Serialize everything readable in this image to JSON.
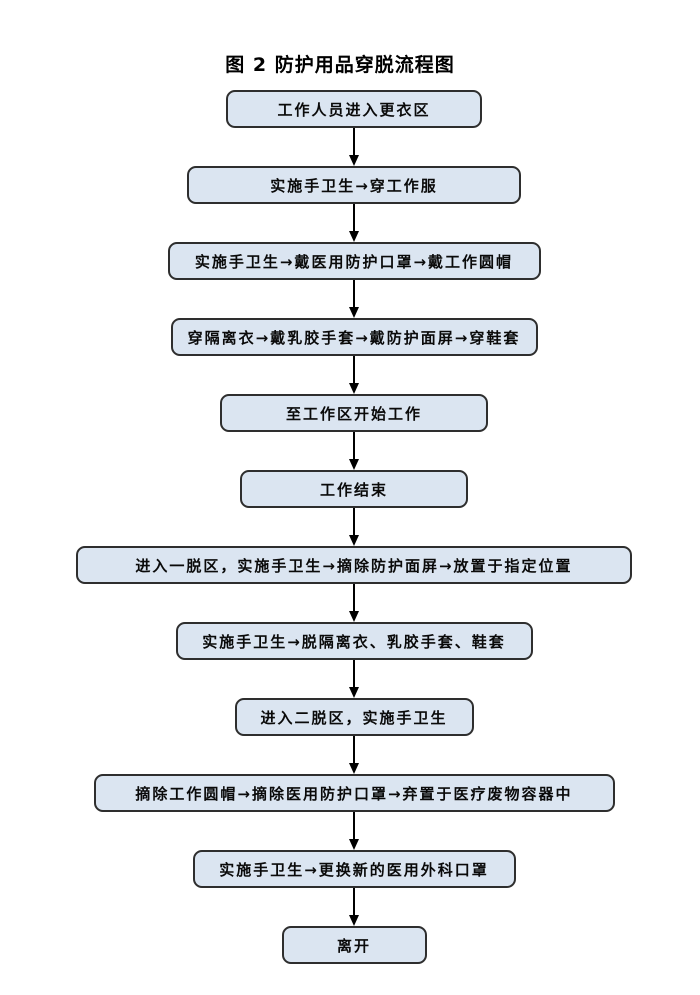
{
  "title": "图 2 防护用品穿脱流程图",
  "colors": {
    "box_fill": "#dbe5f1",
    "box_border": "#2e2e2e",
    "arrow": "#000000",
    "background": "#ffffff",
    "text": "#0a0a0a"
  },
  "flow": {
    "direction": "top-down",
    "steps": [
      {
        "label": "工作人员进入更衣区"
      },
      {
        "label": "实施手卫生→穿工作服"
      },
      {
        "label": "实施手卫生→戴医用防护口罩→戴工作圆帽"
      },
      {
        "label": "穿隔离衣→戴乳胶手套→戴防护面屏→穿鞋套"
      },
      {
        "label": "至工作区开始工作"
      },
      {
        "label": "工作结束"
      },
      {
        "label": "进入一脱区，实施手卫生→摘除防护面屏→放置于指定位置"
      },
      {
        "label": "实施手卫生→脱隔离衣、乳胶手套、鞋套"
      },
      {
        "label": "进入二脱区，实施手卫生"
      },
      {
        "label": "摘除工作圆帽→摘除医用防护口罩→弃置于医疗废物容器中"
      },
      {
        "label": "实施手卫生→更换新的医用外科口罩"
      },
      {
        "label": "离开"
      }
    ]
  }
}
